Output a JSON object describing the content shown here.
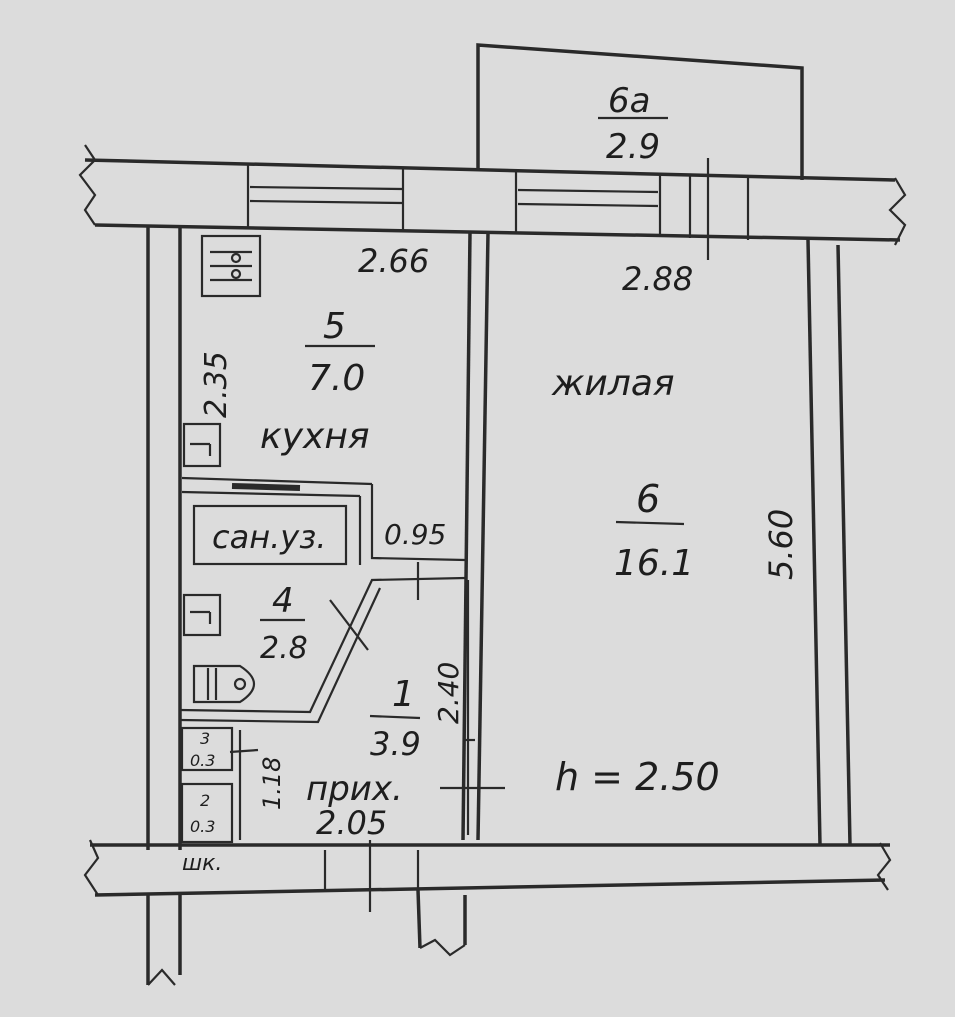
{
  "plan": {
    "balcony": {
      "number": "6а",
      "area": "2.9"
    },
    "kitchen": {
      "number": "5",
      "area": "7.0",
      "label": "кухня",
      "width": "2.66",
      "depth": "2.35"
    },
    "living": {
      "number": "6",
      "area": "16.1",
      "label": "жилая",
      "width": "2.88",
      "depth": "5.60"
    },
    "bathroom": {
      "number": "4",
      "area": "2.8",
      "label": "сан.уз.",
      "corridor_width": "0.95"
    },
    "hall": {
      "number": "1",
      "area": "3.9",
      "label": "прих.",
      "width": "2.05",
      "depth": "2.40",
      "side": "1.18"
    },
    "closet3": {
      "number": "3",
      "area": "0.3"
    },
    "closet2": {
      "number": "2",
      "area": "0.3",
      "label": "шк."
    },
    "ceiling_height": "h = 2.50"
  },
  "colors": {
    "paper": "#d9d9d9",
    "ink": "#2a2a2a"
  }
}
